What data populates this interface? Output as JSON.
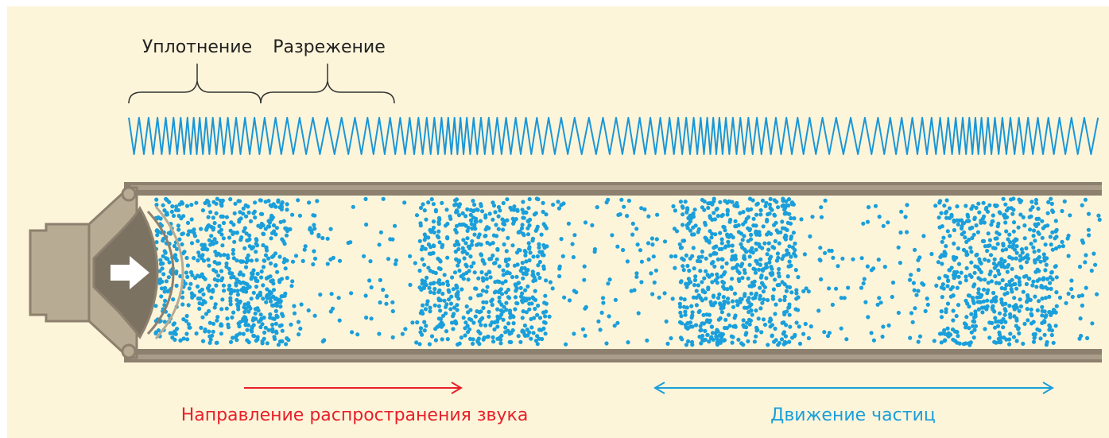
{
  "labels": {
    "compression": "Уплотнение",
    "rarefaction": "Разрежение",
    "propagation": "Направление распространения звука",
    "particle_motion": "Движение частиц"
  },
  "colors": {
    "background": "#fdf5da",
    "spring": "#1a96d8",
    "particles": "#1a9fdb",
    "pipe": "#8d806e",
    "speaker": "#b7ab93",
    "propagation_arrow": "#e8202a",
    "motion_arrow": "#1a9fdb"
  },
  "icons": {
    "speaker": "speaker-icon",
    "push_arrow": "right-arrow-icon"
  }
}
